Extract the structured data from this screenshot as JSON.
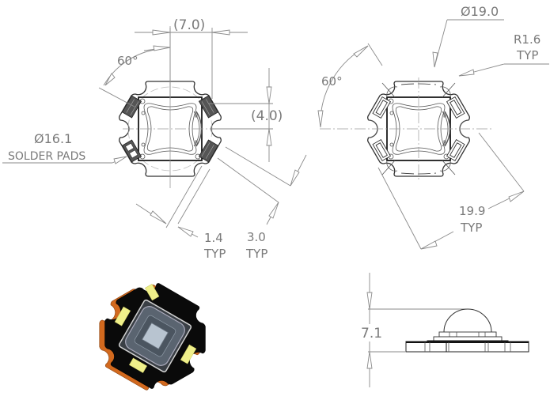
{
  "drawing": {
    "top_view_left": {
      "dimensions": {
        "width_ref": "(7.0)",
        "height_ref": "(4.0)",
        "angle": "60°",
        "solder_pads_dia": "Ø16.1",
        "solder_pads_label": "SOLDER PADS",
        "pad_width": "1.4",
        "pad_width_note": "TYP",
        "pad_length": "3.0",
        "pad_length_note": "TYP"
      }
    },
    "top_view_right": {
      "dimensions": {
        "outer_dia": "Ø19.0",
        "notch_radius": "R1.6",
        "notch_radius_note": "TYP",
        "angle": "60°",
        "flat_to_flat": "19.9",
        "flat_to_flat_note": "TYP"
      }
    },
    "iso_view": {
      "colors": {
        "board": "#0a0a0a",
        "board_edge": "#d2691e",
        "pads": "#f0f08a",
        "lens": "#5a6470",
        "die": "#b8c4d0"
      }
    },
    "side_view": {
      "dimensions": {
        "height": "7.1"
      }
    }
  },
  "colors": {
    "dimension_text": "#7a7a7a",
    "dimension_line": "#8a8a8a",
    "outline": "#333333"
  }
}
